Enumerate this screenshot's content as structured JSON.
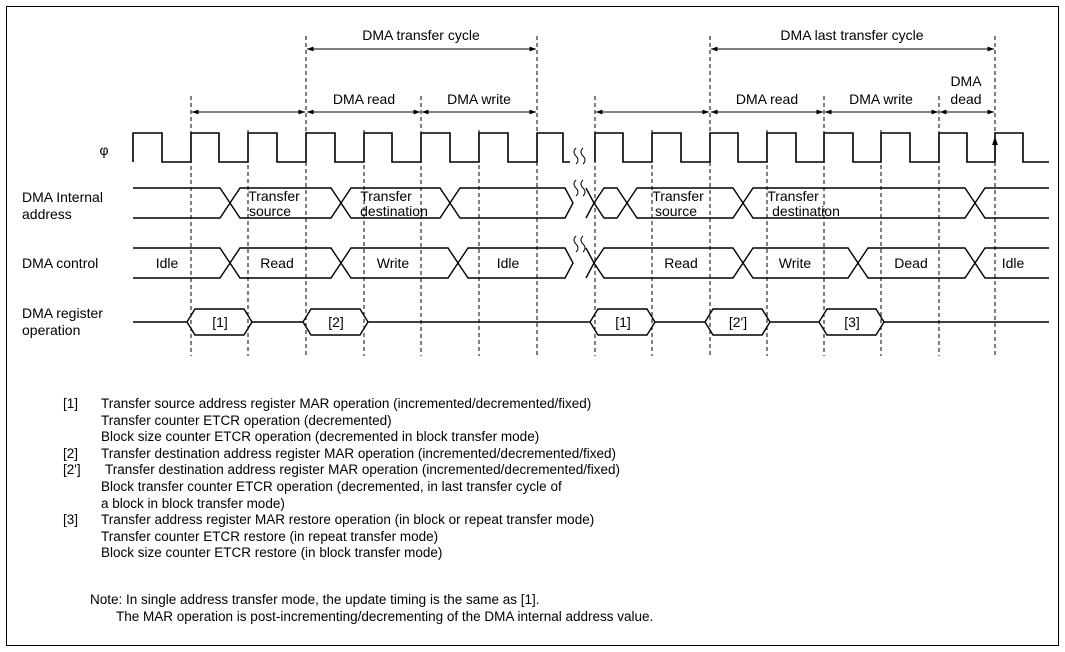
{
  "cycles": {
    "transfer": "DMA transfer cycle",
    "last_transfer": "DMA last transfer cycle",
    "read": "DMA read",
    "write": "DMA write",
    "dead_line1": "DMA",
    "dead_line2": "dead"
  },
  "signals": {
    "phi": "φ",
    "internal_address_line1": "DMA Internal",
    "internal_address_line2": "address",
    "control": "DMA control",
    "register_op_line1": "DMA register",
    "register_op_line2": "operation"
  },
  "address_segments": {
    "transfer_source_line1": "Transfer",
    "transfer_source_line2": "source",
    "transfer_dest_line1": "Transfer",
    "transfer_dest_line2": "destination"
  },
  "control_segments": [
    "Idle",
    "Read",
    "Write",
    "Idle",
    "Read",
    "Write",
    "Dead",
    "Idle"
  ],
  "register_ops": [
    "[1]",
    "[2]",
    "[1]",
    "[2']",
    "[3]"
  ],
  "notes": [
    {
      "tag": "[1]",
      "lines": [
        "Transfer source address register MAR operation (incremented/decremented/fixed)",
        "Transfer counter ETCR operation (decremented)",
        "Block size counter ETCR operation (decremented in block transfer mode)"
      ]
    },
    {
      "tag": "[2]",
      "lines": [
        "Transfer destination address register MAR operation (incremented/decremented/fixed)"
      ]
    },
    {
      "tag": "[2']",
      "lines": [
        "Transfer destination address register MAR operation (incremented/decremented/fixed)",
        "Block transfer counter ETCR operation (decremented, in last transfer cycle of",
        "a block in block transfer mode)"
      ]
    },
    {
      "tag": "[3]",
      "lines": [
        "Transfer address register MAR restore operation (in block or repeat transfer mode)",
        "Transfer counter ETCR restore (in repeat transfer mode)",
        "Block size counter ETCR restore (in block transfer mode)"
      ]
    }
  ],
  "note": {
    "line1": "Note:  In single address transfer mode, the update timing is the same as [1].",
    "line2": "The MAR operation is post-incrementing/decrementing of the DMA internal address value."
  }
}
